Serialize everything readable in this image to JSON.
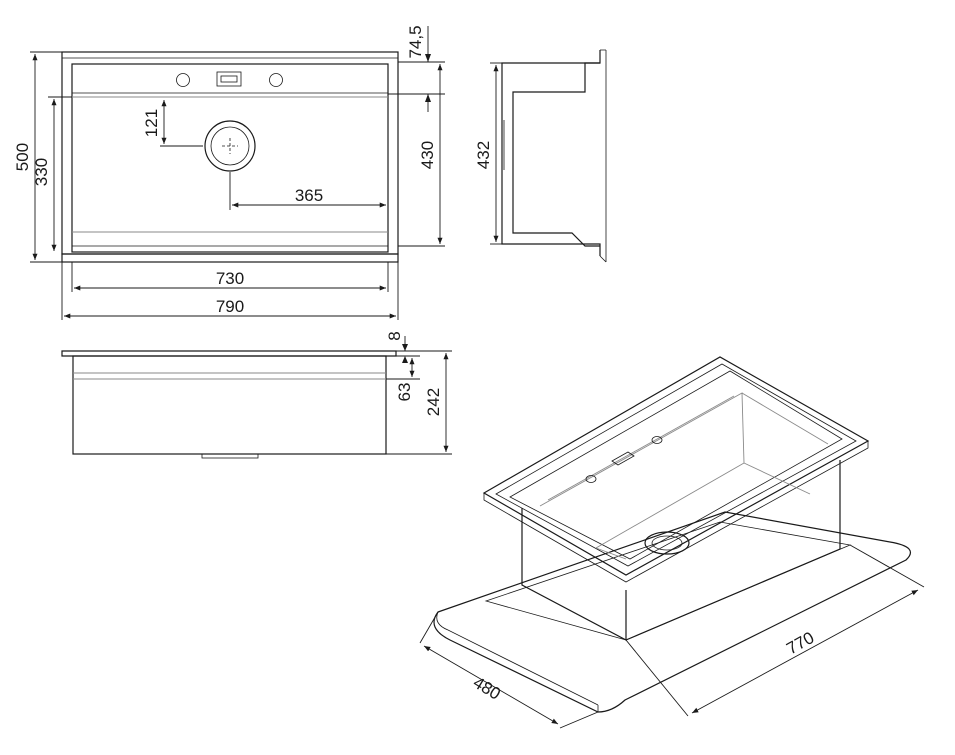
{
  "top_view": {
    "dim_total_width": "790",
    "dim_bowl_width": "730",
    "dim_total_depth": "500",
    "dim_bowl_depth": "430",
    "dim_drain_to_back": "330",
    "dim_drain_from_top": "121",
    "dim_drain_from_side": "365",
    "dim_deck_height": "74,5"
  },
  "side_view": {
    "dim_depth": "432"
  },
  "front_view": {
    "dim_rim": "8",
    "dim_step": "63",
    "dim_height": "242"
  },
  "cutout_view": {
    "dim_width": "770",
    "dim_depth": "480"
  }
}
